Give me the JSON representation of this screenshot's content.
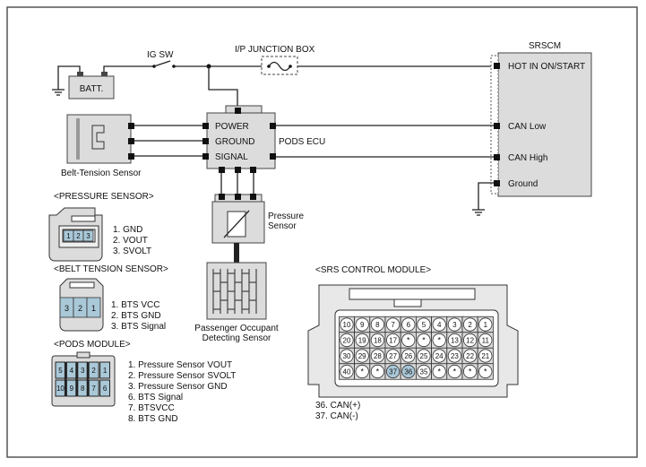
{
  "colors": {
    "connector_fill": "#dcdcdc",
    "pin_highlight": "#a9c8d8",
    "wire": "#222222"
  },
  "labels": {
    "ig_sw": "IG SW",
    "ip_junction_box": "I/P JUNCTION BOX",
    "srscm": "SRSCM",
    "batt": "BATT.",
    "hot_in": "HOT IN ON/START",
    "can_low": "CAN Low",
    "can_high": "CAN High",
    "ground": "Ground",
    "power": "POWER",
    "ground_pin": "GROUND",
    "signal": "SIGNAL",
    "pods_ecu": "PODS ECU",
    "belt_tension_sensor": "Belt-Tension Sensor",
    "pressure_sensor_line1": "Pressure",
    "pressure_sensor_line2": "Sensor",
    "passenger_line1": "Passenger Occupant",
    "passenger_line2": "Detecting Sensor"
  },
  "pressure_sensor": {
    "title": "<PRESSURE SENSOR>",
    "pin_numbers": [
      "1",
      "2",
      "3"
    ],
    "pins": [
      "1. GND",
      "2. VOUT",
      "3. SVOLT"
    ]
  },
  "belt_tension_sensor": {
    "title": "<BELT TENSION SENSOR>",
    "pin_numbers": [
      "3",
      "2",
      "1"
    ],
    "pins": [
      "1. BTS VCC",
      "2. BTS GND",
      "3. BTS Signal"
    ]
  },
  "pods_module": {
    "title": "<PODS MODULE>",
    "top_row": [
      "5",
      "4",
      "3",
      "2",
      "1"
    ],
    "bottom_row": [
      "10",
      "9",
      "8",
      "7",
      "6"
    ],
    "pins": [
      "1. Pressure Sensor VOUT",
      "2. Pressure Sensor SVOLT",
      "3. Pressure Sensor GND",
      "6. BTS Signal",
      "7. BTSVCC",
      "8. BTS GND"
    ]
  },
  "srs_control_module": {
    "title": "<SRS CONTROL MODULE>",
    "rows": [
      [
        "10",
        "9",
        "8",
        "7",
        "6",
        "5",
        "4",
        "3",
        "2",
        "1"
      ],
      [
        "20",
        "19",
        "18",
        "17",
        "*",
        "*",
        "*",
        "13",
        "12",
        "11"
      ],
      [
        "30",
        "29",
        "28",
        "27",
        "26",
        "25",
        "24",
        "23",
        "22",
        "21"
      ],
      [
        "40",
        "*",
        "*",
        "37",
        "36",
        "35",
        "*",
        "*",
        "*",
        "*"
      ]
    ],
    "highlighted": [
      "37",
      "36"
    ],
    "pins": [
      "36. CAN(+)",
      "37. CAN(-)"
    ]
  }
}
